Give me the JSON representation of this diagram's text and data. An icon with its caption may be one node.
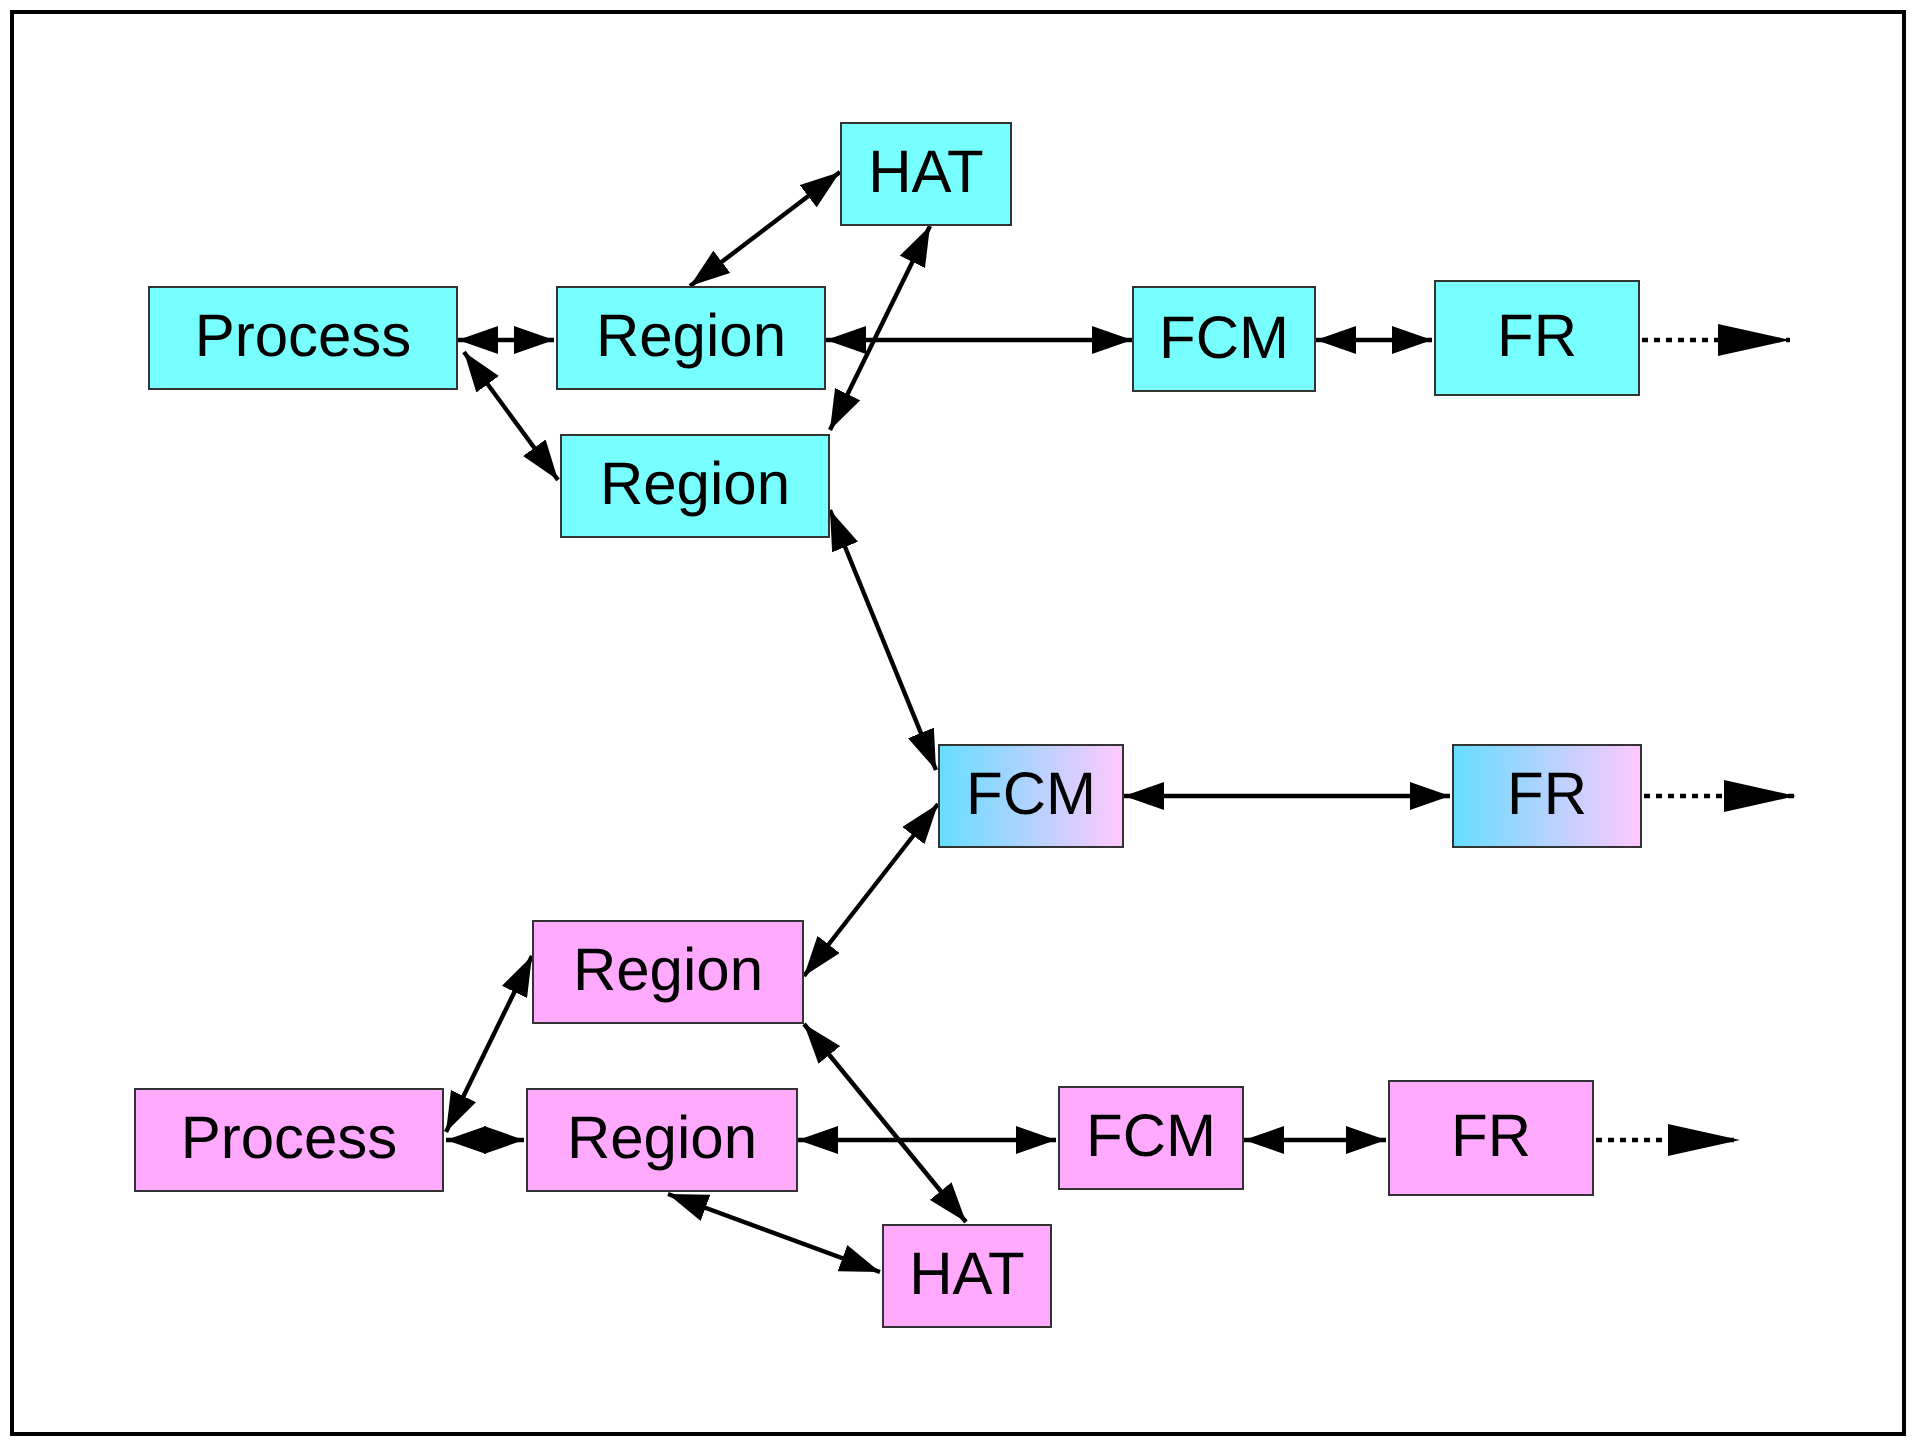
{
  "diagram": {
    "nodes": [
      {
        "text": [
          "Process"
        ]
      },
      {
        "text": [
          "Region"
        ]
      },
      {
        "text": [
          "HAT"
        ]
      },
      {
        "text": [
          "Region"
        ]
      },
      {
        "text": [
          "FCM"
        ]
      },
      {
        "text": [
          "FR"
        ]
      },
      {
        "text": [
          "FCM"
        ]
      },
      {
        "text": [
          "FR"
        ]
      },
      {
        "text": [
          "Region"
        ]
      },
      {
        "text": [
          "Process"
        ]
      },
      {
        "text": [
          "Region"
        ]
      },
      {
        "text": [
          "FCM"
        ]
      },
      {
        "text": [
          "FR"
        ]
      },
      {
        "text": [
          "HAT"
        ]
      }
    ],
    "edges": [
      {
        "from": 0,
        "to": 1,
        "arrow": "both"
      },
      {
        "from": 0,
        "to": 3,
        "arrow": "both"
      },
      {
        "from": 1,
        "to": 2,
        "arrow": "both"
      },
      {
        "from": 2,
        "to": 3,
        "arrow": "both"
      },
      {
        "from": 4,
        "to": 1,
        "arrow": "both"
      },
      {
        "from": 4,
        "to": 5,
        "arrow": "both"
      },
      {
        "from": 5,
        "to": null,
        "arrow": "to",
        "style": "dashed"
      },
      {
        "from": 3,
        "to": 6,
        "arrow": "both"
      },
      {
        "from": 6,
        "to": 7,
        "arrow": "both"
      },
      {
        "from": 7,
        "to": null,
        "arrow": "to",
        "style": "dashed"
      },
      {
        "from": 6,
        "to": 8,
        "arrow": "both"
      },
      {
        "from": 9,
        "to": 8,
        "arrow": "both"
      },
      {
        "from": 9,
        "to": 10,
        "arrow": "both"
      },
      {
        "from": 10,
        "to": 11,
        "arrow": "both"
      },
      {
        "from": 11,
        "to": 12,
        "arrow": "both"
      },
      {
        "from": 12,
        "to": null,
        "arrow": "to",
        "style": "dashed"
      },
      {
        "from": 8,
        "to": 13,
        "arrow": "both"
      },
      {
        "from": 10,
        "to": 13,
        "arrow": "both"
      }
    ]
  }
}
